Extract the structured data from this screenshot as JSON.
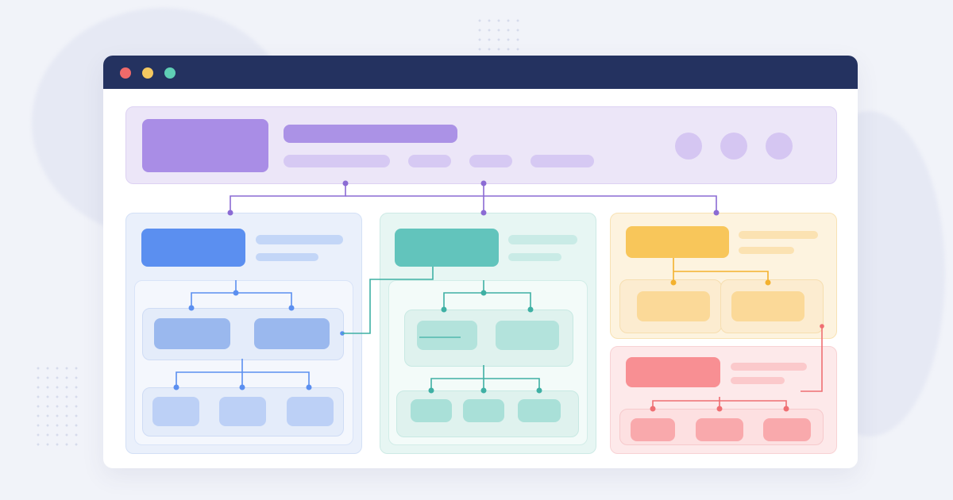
{
  "colors": {
    "background": "#f1f3f9",
    "titlebar": "#243260",
    "window": "#ffffff",
    "close": "#f06a6a",
    "minimize": "#f4c860",
    "maximize": "#5fcfb5",
    "purple_panel": "#ece6f8",
    "purple_block": "#a98de6",
    "purple_bar": "#ab92e6",
    "purple_pill": "#d6c9f3",
    "purple_dot": "#d5c6f2",
    "purple_line": "#8b6bd4",
    "blue_panel": "#e9f0fb",
    "blue_block": "#5b8ff0",
    "blue_bar": "#c3d6f7",
    "blue_child": "#9ab8ee",
    "blue_leaf": "#bcd0f6",
    "blue_line": "#5b8ff0",
    "teal_panel": "#e6f5f2",
    "teal_block": "#62c4bc",
    "teal_bar": "#c9ebe6",
    "teal_child": "#b3e3dc",
    "teal_leaf": "#a9e0d8",
    "teal_line": "#3fb0a4",
    "yellow_panel": "#fdf3df",
    "yellow_block": "#f8c65a",
    "yellow_bar": "#fbe2b2",
    "yellow_child": "#fbd998",
    "yellow_line": "#f3b12e",
    "red_panel": "#fde9ea",
    "red_block": "#f88f93",
    "red_bar": "#fbc9cb",
    "red_child": "#f9a9ac",
    "red_line": "#ef6f73"
  },
  "window": {
    "controls": [
      "close",
      "minimize",
      "maximize"
    ]
  },
  "diagram": {
    "root": {
      "name": "header-block",
      "children": [
        "blue-section",
        "teal-section",
        "yellow-section"
      ]
    },
    "sections": [
      {
        "name": "blue-section",
        "color": "blue",
        "children": [
          {
            "name": "blue-child-1",
            "children": [
              "blue-leaf-1",
              "blue-leaf-2",
              "blue-leaf-3"
            ]
          },
          {
            "name": "blue-child-2",
            "children": []
          }
        ]
      },
      {
        "name": "teal-section",
        "color": "teal",
        "children": [
          {
            "name": "teal-child-1",
            "children": [
              "teal-leaf-1",
              "teal-leaf-2",
              "teal-leaf-3"
            ]
          },
          {
            "name": "teal-child-2",
            "children": []
          }
        ]
      },
      {
        "name": "yellow-section",
        "color": "yellow",
        "children": [
          {
            "name": "yellow-child-1",
            "children": []
          },
          {
            "name": "yellow-child-2",
            "children": []
          }
        ]
      },
      {
        "name": "red-section",
        "color": "red",
        "children": [
          {
            "name": "red-leaf-1",
            "children": []
          },
          {
            "name": "red-leaf-2",
            "children": []
          },
          {
            "name": "red-leaf-3",
            "children": []
          }
        ]
      }
    ],
    "cross_links": [
      {
        "from": "blue-child-2",
        "to": "teal-section"
      },
      {
        "from": "red-section",
        "to": "yellow-section"
      }
    ]
  }
}
